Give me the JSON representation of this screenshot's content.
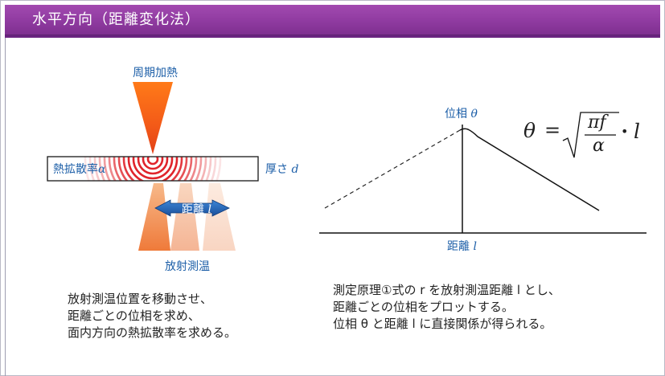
{
  "header": {
    "title": "水平方向（距離変化法）"
  },
  "left_diagram": {
    "heat_label": "周期加熱",
    "diffusivity_label": "熱拡散率",
    "diffusivity_symbol": "α",
    "thickness_label": "厚さ",
    "thickness_symbol": "d",
    "distance_label": "距離",
    "distance_symbol": "l",
    "measure_label": "放射測温",
    "description": [
      "放射測温位置を移動させ、",
      "距離ごとの位相を求め、",
      "面内方向の熱拡散率を求める。"
    ]
  },
  "right_graph": {
    "y_axis_label": "位相",
    "y_axis_symbol": "θ",
    "x_axis_label": "距離",
    "x_axis_symbol": "l",
    "formula_lhs": "θ",
    "formula_eq": "=",
    "formula_num": "πf",
    "formula_den": "α",
    "formula_dot": "•",
    "formula_var": "l",
    "description": [
      "測定原理①式の r を放射測温距離 l とし、",
      "距離ごとの位相をプロットする。",
      "位相 θ と距離 l に直接関係が得られる。"
    ]
  },
  "colors": {
    "header": "#8f3aa0",
    "accent_blue": "#1d5fa8",
    "heat_orange": "#f05a1a",
    "wave_red": "#e0242b"
  }
}
